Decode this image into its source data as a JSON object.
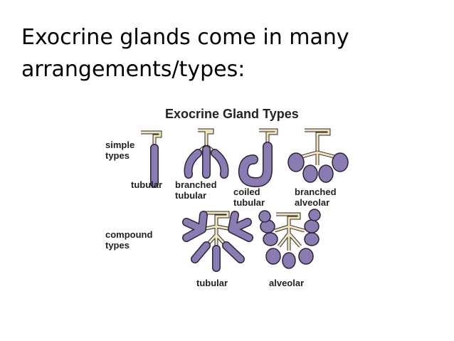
{
  "slide": {
    "title_line1": "Exocrine glands come in many",
    "title_line2": "arrangements/types:"
  },
  "figure": {
    "title": "Exocrine Gland Types",
    "simple_label": [
      "simple",
      "types"
    ],
    "compound_label": [
      "compound",
      "types"
    ],
    "simple_types": [
      {
        "line1": "tubular",
        "line2": ""
      },
      {
        "line1": "branched",
        "line2": "tubular"
      },
      {
        "line1": "coiled",
        "line2": "tubular"
      },
      {
        "line1": "branched",
        "line2": "alveolar"
      }
    ],
    "compound_types": [
      {
        "line1": "tubular"
      },
      {
        "line1": "alveolar"
      }
    ],
    "colors": {
      "duct": "#f1e6b8",
      "secretory": "#8a7bb3",
      "outline": "#2b2436"
    }
  }
}
